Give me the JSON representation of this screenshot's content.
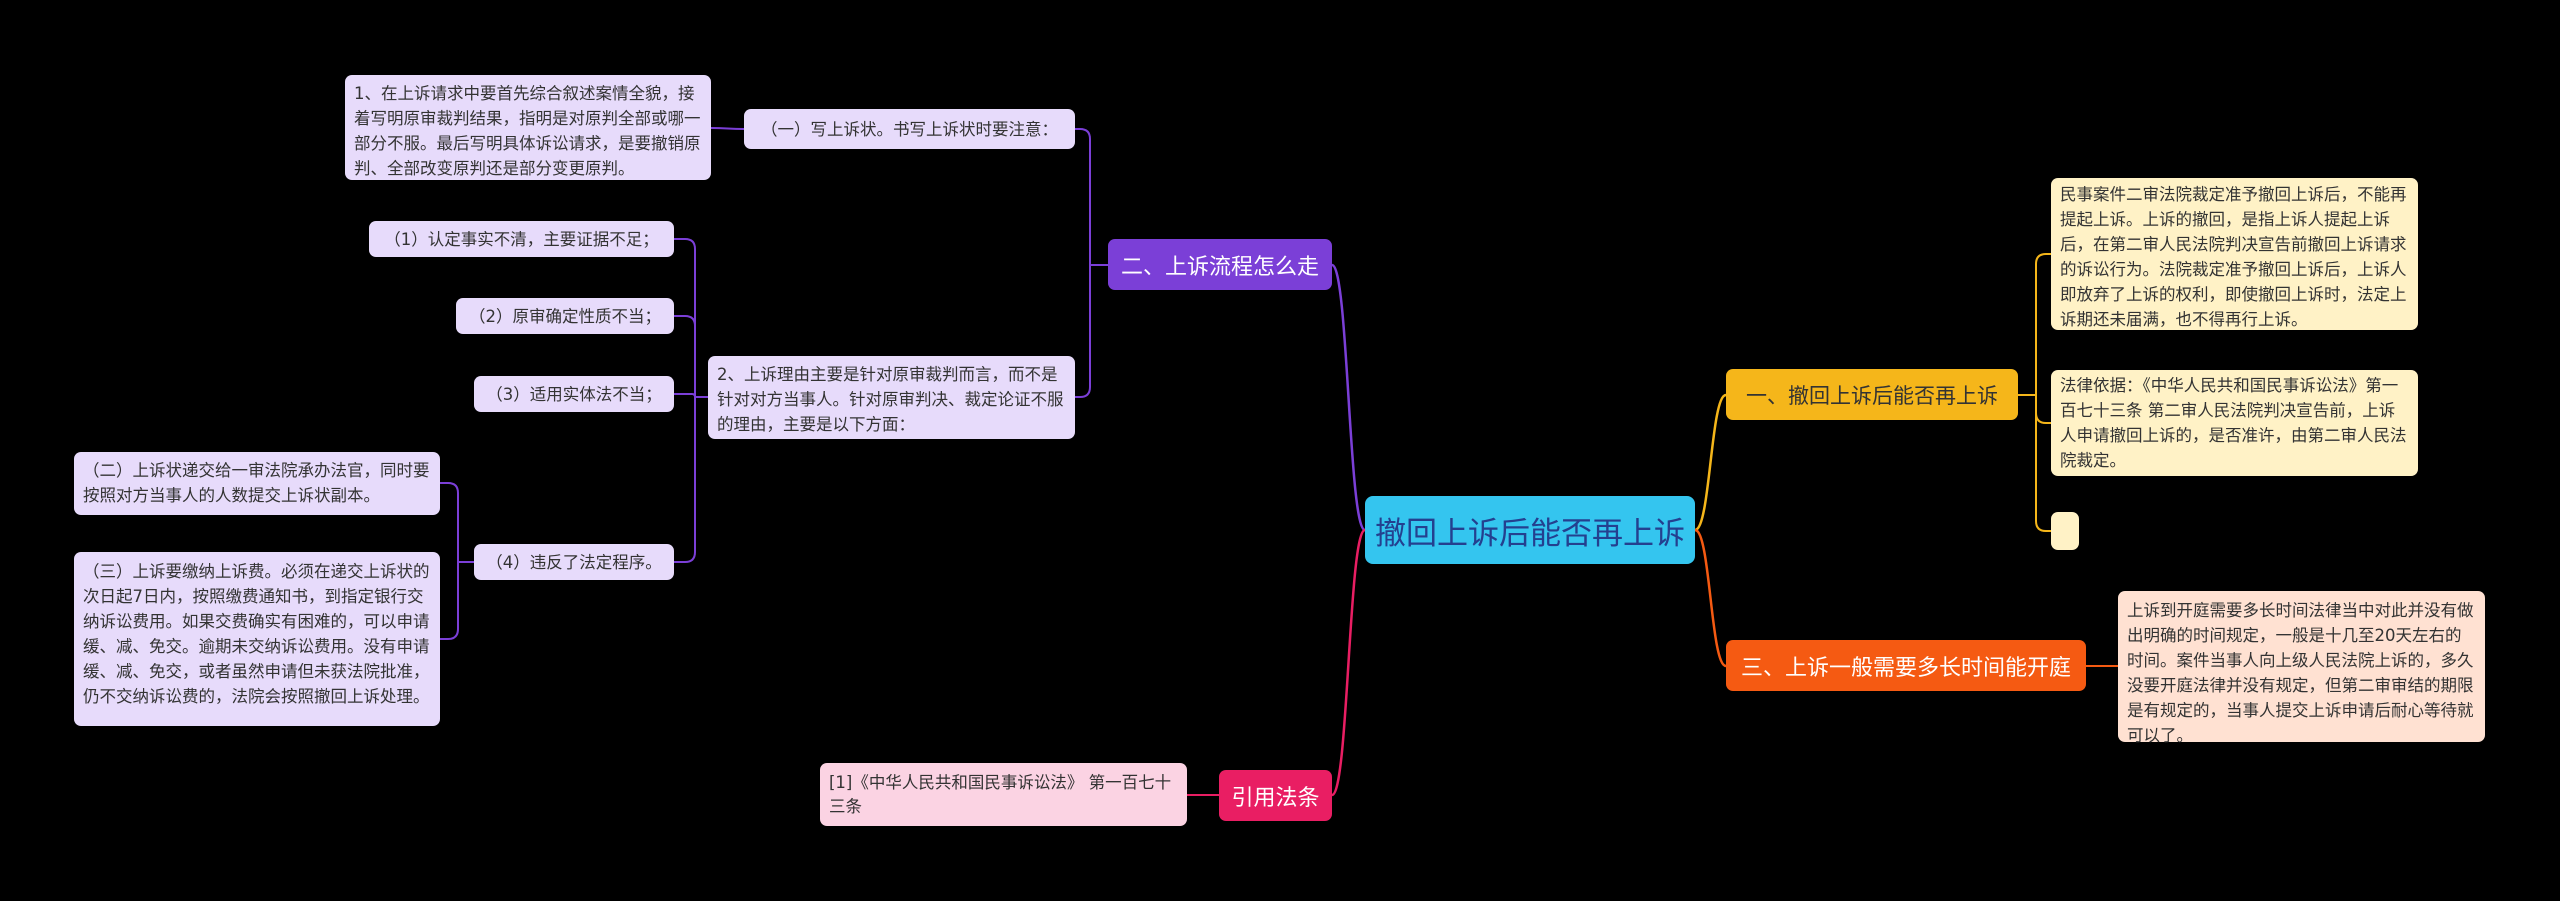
{
  "root": {
    "label": "撤回上诉后能否再上诉"
  },
  "branches": {
    "process": {
      "label": "二、上诉流程怎么走",
      "write": {
        "label": "（一）写上诉状。书写上诉状时要注意：",
        "detail": "1、在上诉请求中要首先综合叙述案情全貌，接着写明原审裁判结果，指明是对原判全部或哪一部分不服。最后写明具体诉讼请求，是要撤销原判、全部改变原判还是部分变更原判。"
      },
      "reasons": {
        "label": "2、上诉理由主要是针对原审裁判而言，而不是针对对方当事人。针对原审判决、裁定论证不服的理由，主要是以下方面：",
        "items": [
          "（1）认定事实不清，主要证据不足；",
          "（2）原审确定性质不当；",
          "（3）适用实体法不当；",
          "（4）违反了法定程序。"
        ],
        "procedure_details": [
          "（二）上诉状递交给一审法院承办法官，同时要按照对方当事人的人数提交上诉状副本。",
          "（三）上诉要缴纳上诉费。必须在递交上诉状的次日起7日内，按照缴费通知书，到指定银行交纳诉讼费用。如果交费确实有困难的，可以申请缓、减、免交。逾期未交纳诉讼费用。没有申请缓、减、免交，或者虽然申请但未获法院批准，仍不交纳诉讼费的，法院会按照撤回上诉处理。"
        ]
      }
    },
    "cite": {
      "label": "引用法条",
      "detail": "[1]《中华人民共和国民事诉讼法》 第一百七十三条"
    },
    "appeal": {
      "label": "一、撤回上诉后能否再上诉",
      "details": [
        "民事案件二审法院裁定准予撤回上诉后，不能再提起上诉。上诉的撤回，是指上诉人提起上诉后，在第二审人民法院判决宣告前撤回上诉请求的诉讼行为。法院裁定准予撤回上诉后，上诉人即放弃了上诉的权利，即使撤回上诉时，法定上诉期还未届满，也不得再行上诉。",
        "法律依据：《中华人民共和国民事诉讼法》第一百七十三条 第二审人民法院判决宣告前，上诉人申请撤回上诉的，是否准许，由第二审人民法院裁定。",
        ""
      ]
    },
    "time": {
      "label": "三、上诉一般需要多长时间能开庭",
      "detail": "上诉到开庭需要多长时间法律当中对此并没有做出明确的时间规定，一般是十几至20天左右的时间。案件当事人向上级人民法院上诉的，多久没要开庭法律并没有规定，但第二审审结的期限是有规定的，当事人提交上诉申请后耐心等待就可以了。"
    }
  },
  "colors": {
    "background": "#000000",
    "root": "#34c5ef",
    "purple": "#7b3fd7",
    "pink": "#e91e63",
    "yellow": "#f5b61a",
    "orange": "#f55a12"
  }
}
